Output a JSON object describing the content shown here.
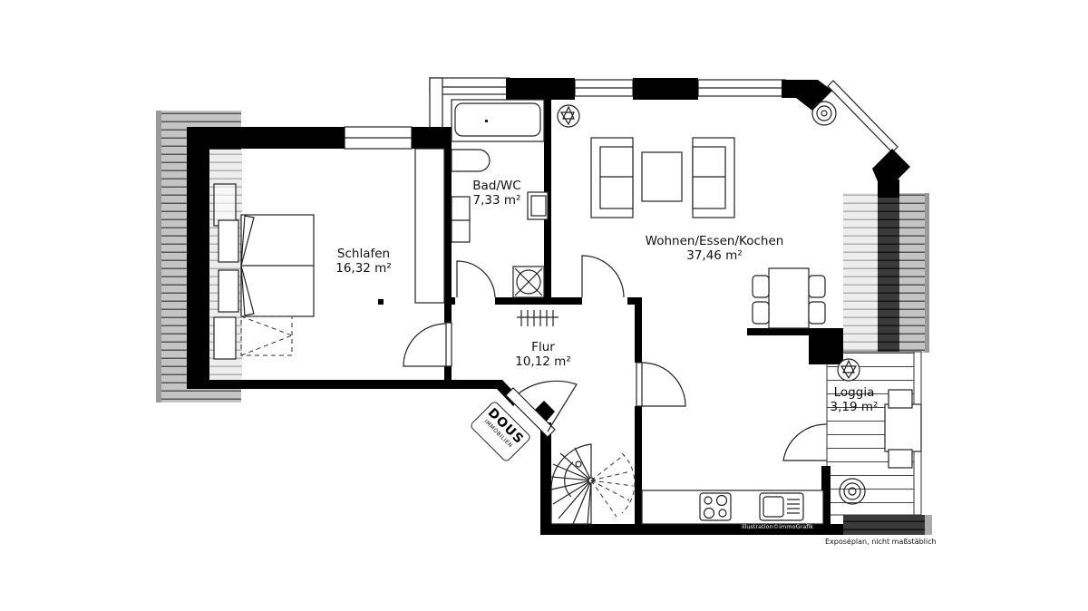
{
  "plan": {
    "type": "floor plan",
    "rooms": [
      {
        "name": "Schlafen",
        "area": "16,32 m²"
      },
      {
        "name": "Bad/WC",
        "area": "7,33 m²"
      },
      {
        "name": "Wohnen/Essen/Kochen",
        "area": "37,46 m²"
      },
      {
        "name": "Flur",
        "area": "10,12 m²"
      },
      {
        "name": "Loggia",
        "area": "3,19 m²"
      }
    ],
    "logo": {
      "brand": "DOUS",
      "sub": "IMMOBILIEN"
    },
    "credit": "illustration©immoGrafik",
    "footnote": "Exposéplan, nicht maßstäblich"
  },
  "colors": {
    "wall": "#000000",
    "roof_dark": "#3a3a3a",
    "roof_mid": "#bdbdbd",
    "roof_light": "#ececec",
    "background": "#ffffff"
  }
}
